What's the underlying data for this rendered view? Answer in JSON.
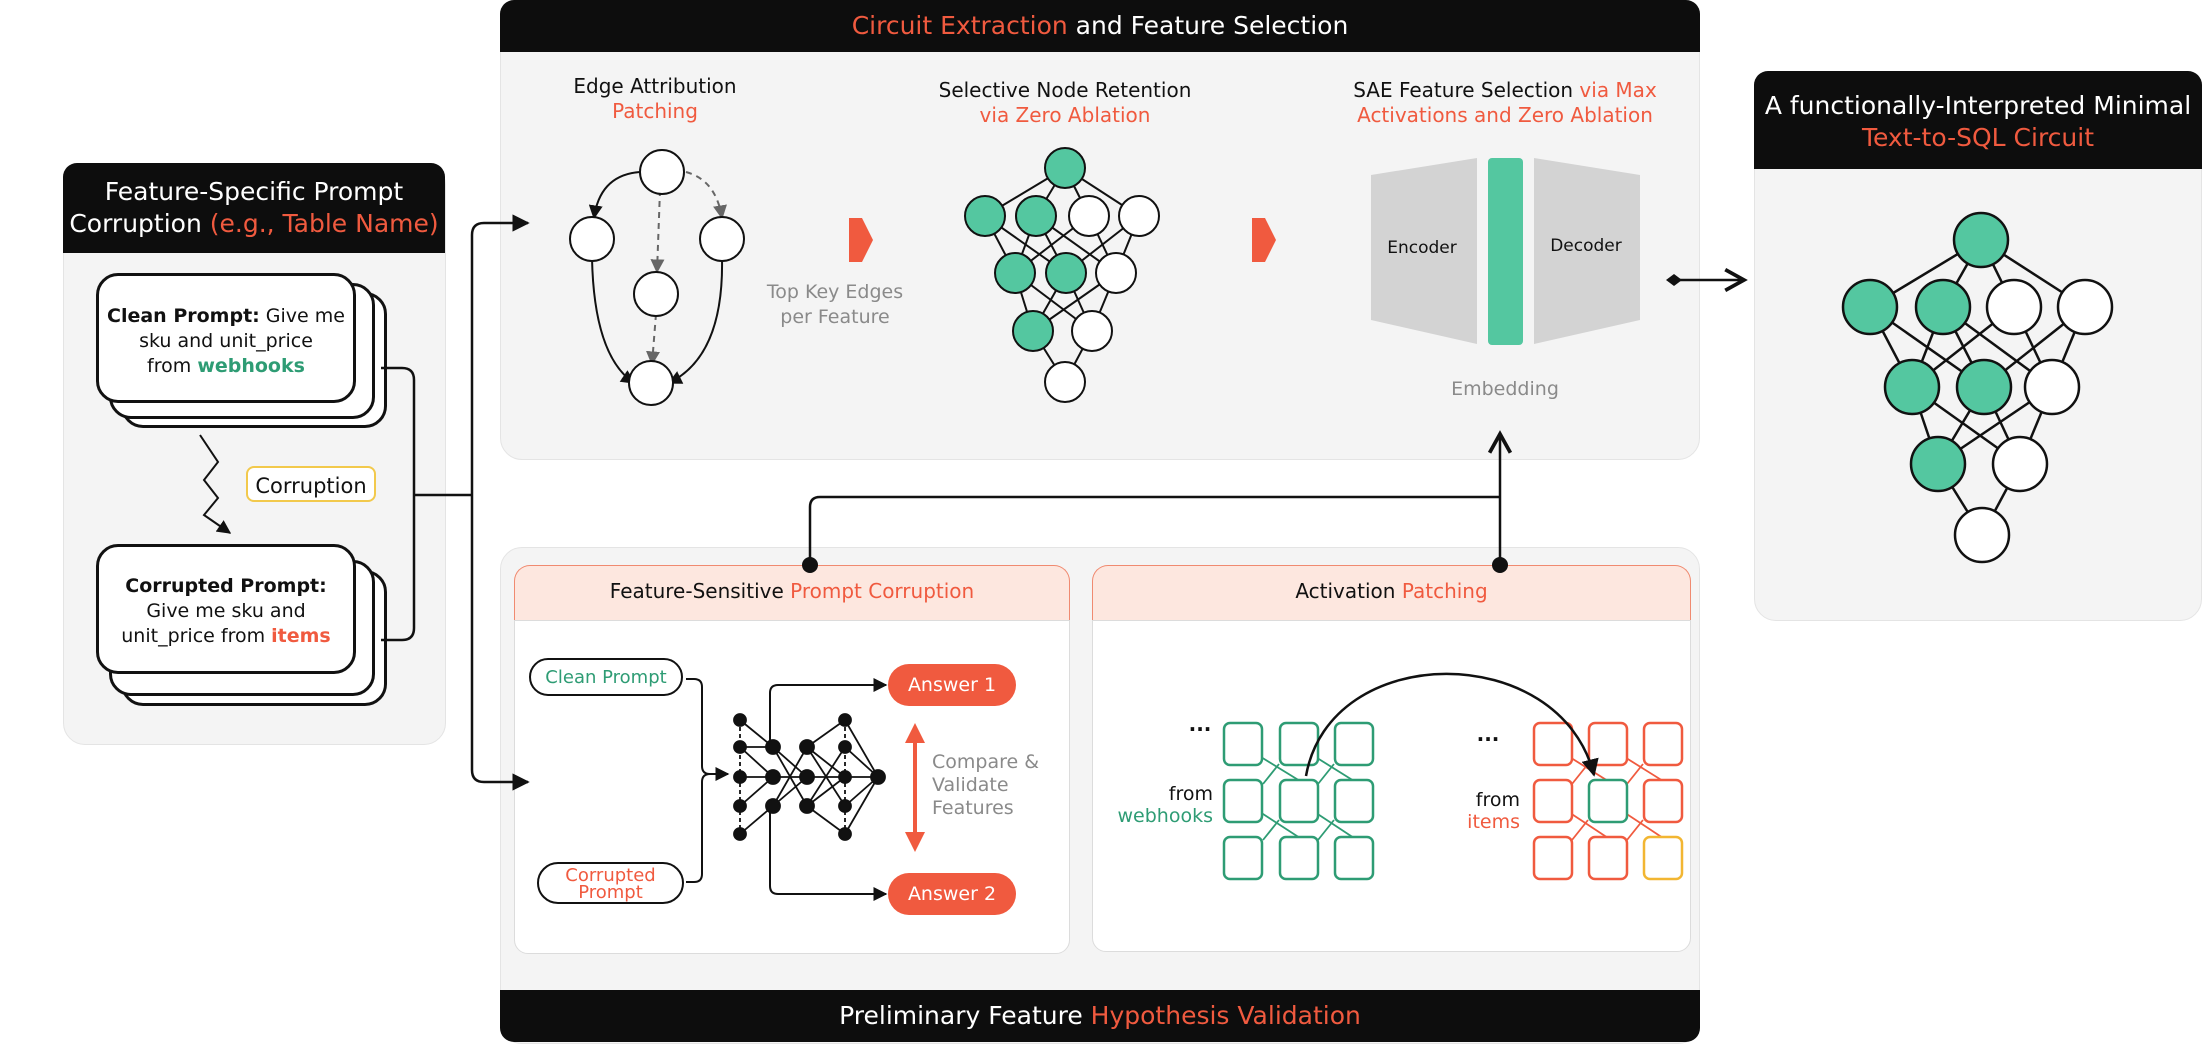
{
  "top": {
    "title_red": "Circuit Extraction",
    "title_black": " and Feature Selection",
    "step1_title": "Edge Attribution",
    "step1_sub": "Patching",
    "step1_caption_line1": "Top Key Edges",
    "step1_caption_line2": "per Feature",
    "step2_title": "Selective Node Retention",
    "step2_sub": "via Zero Ablation",
    "step3_title_black": "SAE Feature Selection ",
    "step3_title_red": "via Max",
    "step3_sub": "Activations and Zero Ablation",
    "encoder": "Encoder",
    "decoder": "Decoder",
    "embedding": "Embedding"
  },
  "left": {
    "title_line1": "Feature-Specific Prompt",
    "title_line2_black": "Corruption ",
    "title_line2_red": "(e.g., Table Name)",
    "clean_bold": "Clean Prompt:",
    "clean_text1": " Give me",
    "clean_text2": "sku and unit_price",
    "clean_text3": "from ",
    "clean_table": "webhooks",
    "corruption_label": "Corruption",
    "corrupted_bold": "Corrupted Prompt:",
    "corrupted_text1": "Give me sku and",
    "corrupted_text2": "unit_price from ",
    "corrupted_table": "items"
  },
  "right": {
    "title_line1": "A functionally-Interpreted Minimal",
    "title_line2": "Text-to-SQL Circuit"
  },
  "bottom": {
    "title_black": "Preliminary Feature ",
    "title_red": "Hypothesis Validation",
    "fsp_black": "Feature-Sensitive ",
    "fsp_red": "Prompt Corruption",
    "clean_prompt": "Clean Prompt",
    "corrupted_prompt_l1": "Corrupted",
    "corrupted_prompt_l2": "Prompt",
    "answer1": "Answer 1",
    "answer2": "Answer 2",
    "compare_l1": "Compare &",
    "compare_l2": "Validate",
    "compare_l3": "Features",
    "ap_black": "Activation ",
    "ap_red": "Patching",
    "ellipsis": "...",
    "from": "from",
    "from_left_table": "webhooks",
    "from_right_table": "items"
  },
  "colors": {
    "accent_red": "#f05a3f",
    "node_green": "#54c7a0",
    "text_green": "#2e9c74",
    "patch_yellow": "#f2b632",
    "header_black": "#0d0d0d"
  }
}
